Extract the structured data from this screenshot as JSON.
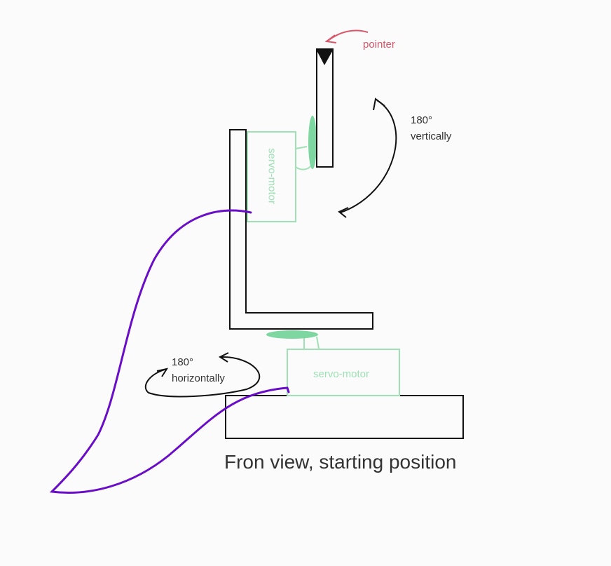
{
  "colors": {
    "background": "#fbfbfb",
    "outline": "#111111",
    "servo": "#9fe0b5",
    "servo_fill": "#7ed6a0",
    "cable": "#6a0dc9",
    "annotation": "#d9576a",
    "arrow": "#111111",
    "text": "#333333"
  },
  "labels": {
    "pointer": "pointer",
    "vertical_line1": "180°",
    "vertical_line2": "vertically",
    "horizontal_line1": "180°",
    "horizontal_line2": "horizontally",
    "servo_top": "servo-motor",
    "servo_bottom": "servo-motor",
    "caption": "Fron view, starting position"
  }
}
